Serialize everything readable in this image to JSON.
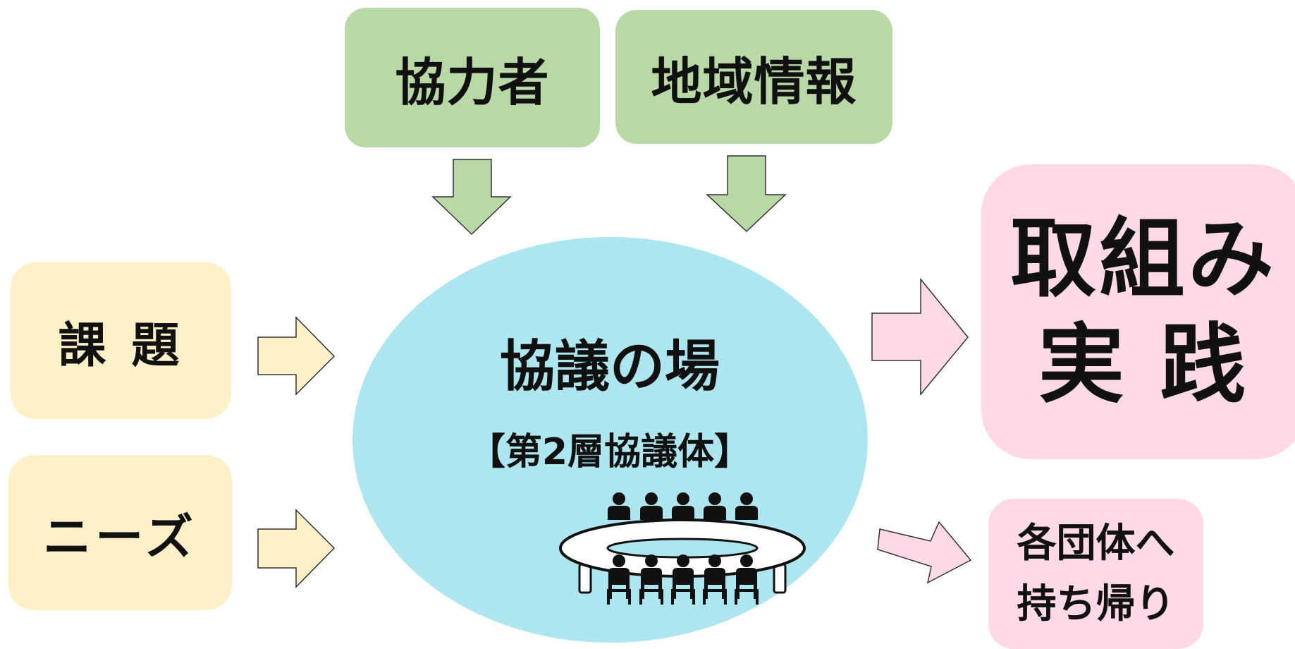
{
  "boxes": {
    "partner": "協力者",
    "regional_info": "地域情報",
    "issues": "課 題",
    "needs": "ニーズ",
    "action": "取組み\n実 践",
    "return": "各団体へ\n持ち帰り"
  },
  "center": {
    "title": "協議の場",
    "subtitle": "【第2層協議体】"
  },
  "colors": {
    "green": "#b8d8a6",
    "yellow": "#fff0c8",
    "pink": "#ffd9e6",
    "blue": "#aee6ef"
  },
  "icons": [
    "meeting-table-icon",
    "arrow-icon"
  ]
}
